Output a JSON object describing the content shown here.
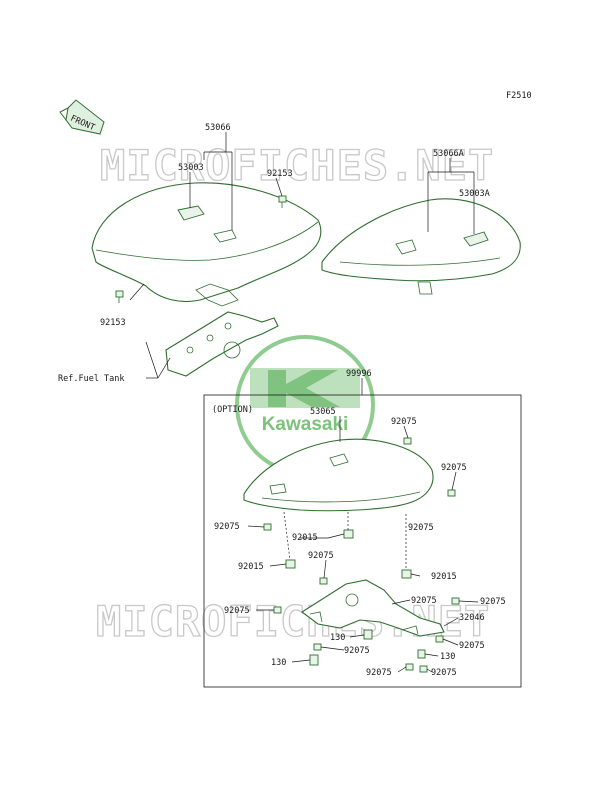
{
  "figure_code": "F2510",
  "front_label": "FRONT",
  "watermark": "MICROFICHES.NET",
  "brand_logo": "Kawasaki",
  "option_label": "(OPTION)",
  "labels": {
    "p53066": "53066",
    "p53003": "53003",
    "p92153_top": "92153",
    "p92153_left": "92153",
    "ref_fuel_tank": "Ref.Fuel Tank",
    "p53066a": "53066A",
    "p53003a": "53003A",
    "p99996": "99996",
    "p53065": "53065",
    "o92075_a": "92075",
    "o92075_b": "92075",
    "o92075_c": "92075",
    "o92075_d": "92075",
    "o92015_a": "92015",
    "o92075_e": "92075",
    "o92015_b": "92015",
    "o92015_c": "92015",
    "o92075_f": "92075",
    "o92075_g": "92075",
    "o92075_h": "92075",
    "o32046": "32046",
    "o130_a": "130",
    "o92075_i": "92075",
    "o92075_j": "92075",
    "o130_b": "130",
    "o130_c": "130",
    "o92075_k": "92075",
    "o92075_l": "92075"
  }
}
